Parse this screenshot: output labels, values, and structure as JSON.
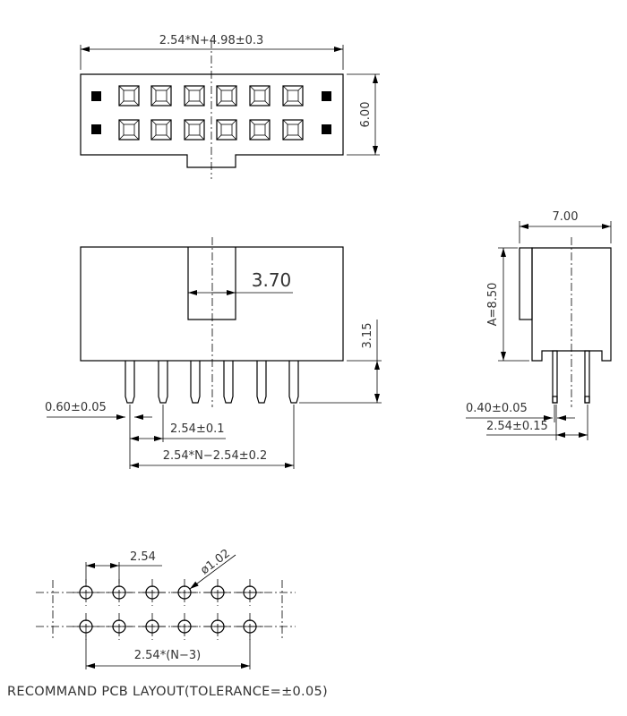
{
  "top_view": {
    "overall_length": "2.54*N+4.98±0.3",
    "height": "6.00"
  },
  "front_view": {
    "slot_width": "3.70",
    "pin_length": "3.15",
    "pin_width": "0.60±0.05",
    "pitch": "2.54±0.1",
    "pin_span": "2.54*N−2.54±0.2"
  },
  "side_view": {
    "depth": "7.00",
    "height": "A=8.50",
    "pin_width": "0.40±0.05",
    "row_pitch": "2.54±0.15"
  },
  "pcb_layout": {
    "pitch": "2.54",
    "hole_diameter": "ø1.02",
    "span": "2.54*(N−3)",
    "note": "RECOMMAND  PCB  LAYOUT(TOLERANCE=±0.05)"
  }
}
